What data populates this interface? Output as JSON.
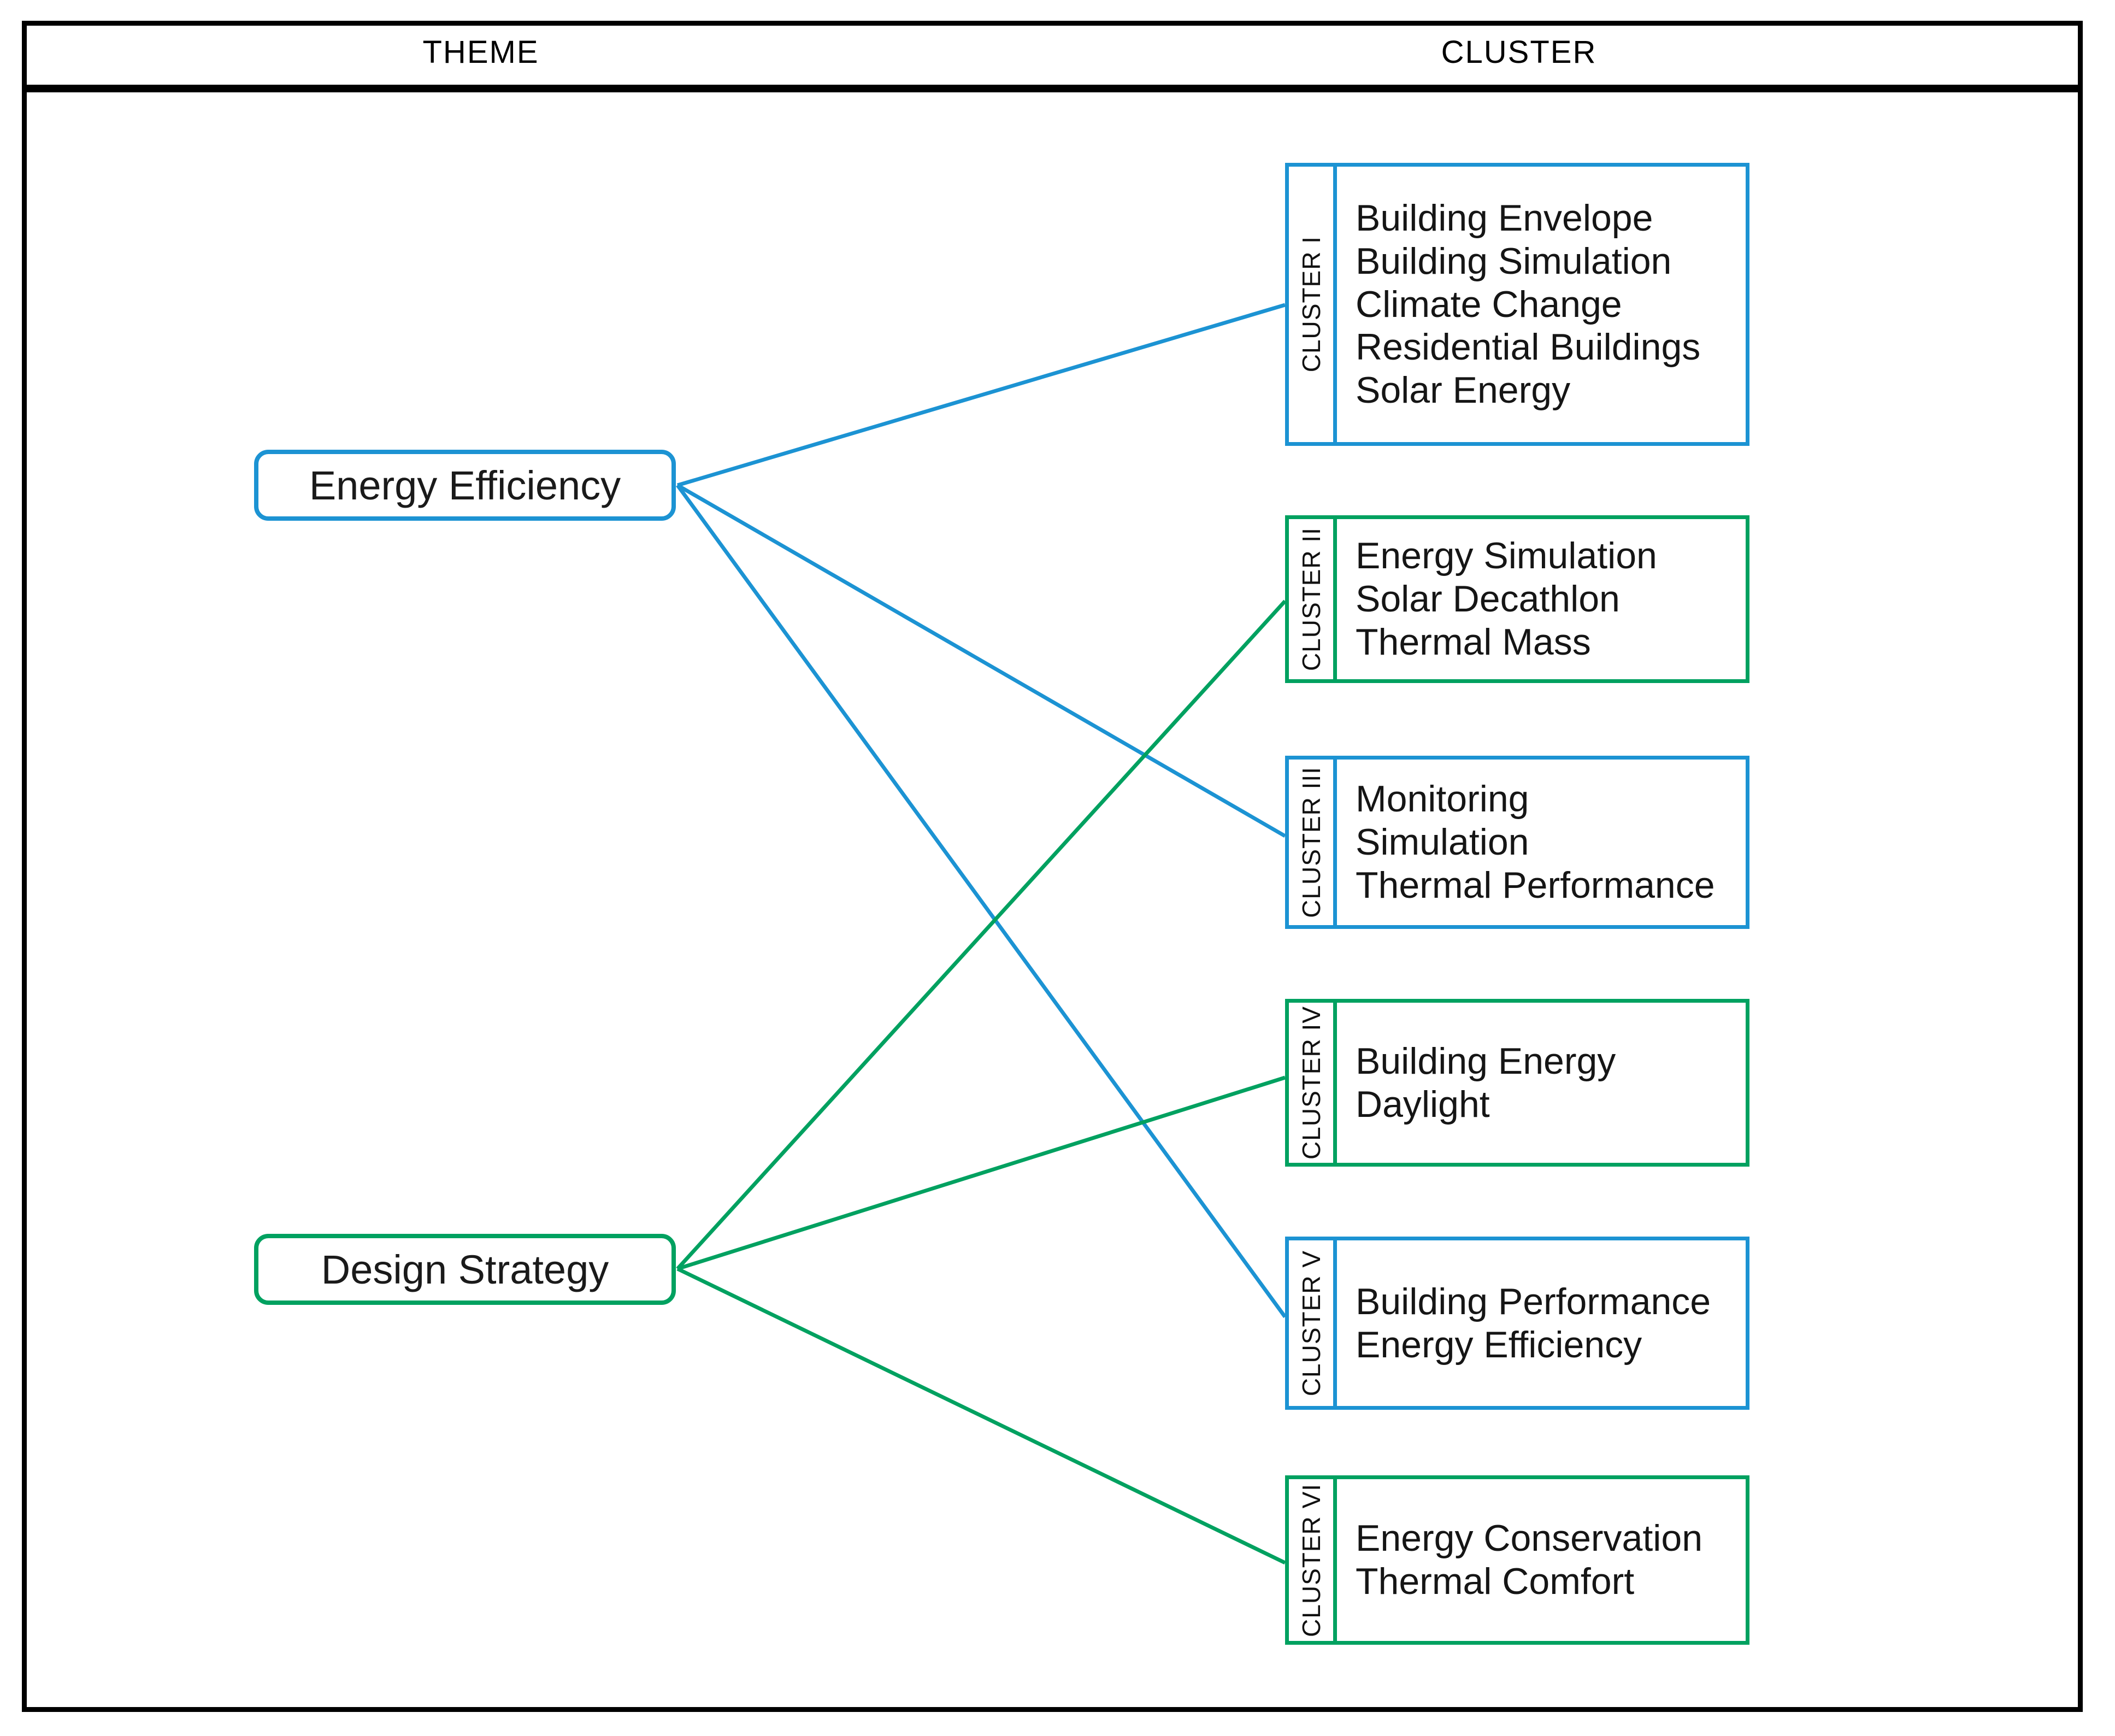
{
  "header": {
    "theme_label": "THEME",
    "cluster_label": "CLUSTER"
  },
  "colors": {
    "blue": "#1C93D3",
    "green": "#00A160",
    "frame": "#000000",
    "text": "#151515"
  },
  "themes": [
    {
      "id": "energy-efficiency",
      "label": "Energy Efficiency",
      "color": "#1C93D3"
    },
    {
      "id": "design-strategy",
      "label": "Design Strategy",
      "color": "#00A160"
    }
  ],
  "clusters": [
    {
      "id": "cluster-1",
      "tag": "CLUSTER I",
      "color": "#1C93D3",
      "terms": [
        "Building Envelope",
        "Building Simulation",
        "Climate Change",
        "Residential Buildings",
        "Solar Energy"
      ]
    },
    {
      "id": "cluster-2",
      "tag": "CLUSTER II",
      "color": "#00A160",
      "terms": [
        "Energy Simulation",
        "Solar Decathlon",
        "Thermal Mass"
      ]
    },
    {
      "id": "cluster-3",
      "tag": "CLUSTER III",
      "color": "#1C93D3",
      "terms": [
        "Monitoring",
        "Simulation",
        "Thermal Performance"
      ]
    },
    {
      "id": "cluster-4",
      "tag": "CLUSTER IV",
      "color": "#00A160",
      "terms": [
        "Building Energy",
        "Daylight"
      ]
    },
    {
      "id": "cluster-5",
      "tag": "CLUSTER V",
      "color": "#1C93D3",
      "terms": [
        "Building Performance",
        "Energy Efficiency"
      ]
    },
    {
      "id": "cluster-6",
      "tag": "CLUSTER VI",
      "color": "#00A160",
      "terms": [
        "Energy Conservation",
        "Thermal Comfort"
      ]
    }
  ],
  "links": [
    {
      "from": "energy-efficiency",
      "to": "cluster-1",
      "color": "#1C93D3"
    },
    {
      "from": "energy-efficiency",
      "to": "cluster-3",
      "color": "#1C93D3"
    },
    {
      "from": "energy-efficiency",
      "to": "cluster-5",
      "color": "#1C93D3"
    },
    {
      "from": "design-strategy",
      "to": "cluster-2",
      "color": "#00A160"
    },
    {
      "from": "design-strategy",
      "to": "cluster-4",
      "color": "#00A160"
    },
    {
      "from": "design-strategy",
      "to": "cluster-6",
      "color": "#00A160"
    }
  ]
}
